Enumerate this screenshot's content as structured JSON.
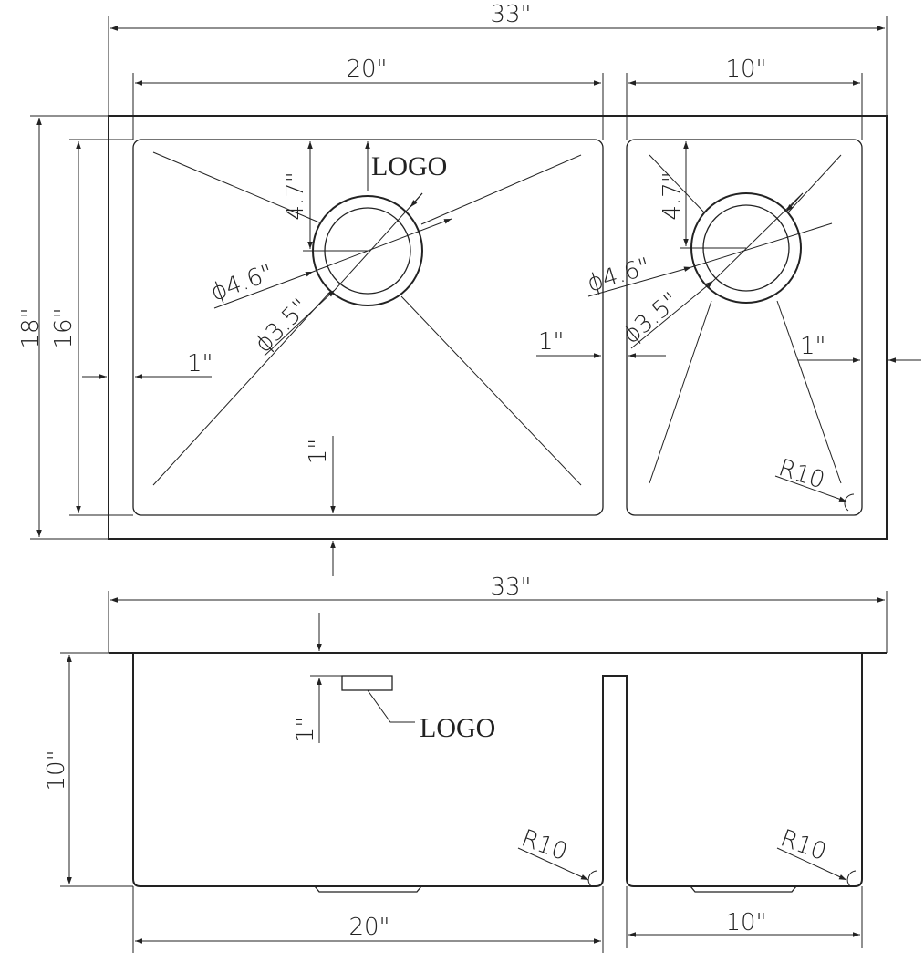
{
  "top_view": {
    "overall_width": "33\"",
    "left_bowl_width": "20\"",
    "right_bowl_width": "10\"",
    "overall_depth": "18\"",
    "bowl_depth": "16\"",
    "logo": "LOGO",
    "left_drain_offset": "4.7\"",
    "right_drain_offset": "4.7\"",
    "left_outer_dia": "ϕ4.6\"",
    "left_inner_dia": "ϕ3.5\"",
    "right_outer_dia": "ϕ4.6\"",
    "right_inner_dia": "ϕ3.5\"",
    "left_rim": "1\"",
    "divider": "1\"",
    "right_rim": "1\"",
    "bottom_rim": "1\"",
    "corner_radius": "R10"
  },
  "front_view": {
    "overall_width": "33\"",
    "height": "10\"",
    "logo_offset": "1\"",
    "logo": "LOGO",
    "left_radius": "R10",
    "right_radius": "R10",
    "left_bowl_width": "20\"",
    "right_bowl_width": "10\""
  }
}
